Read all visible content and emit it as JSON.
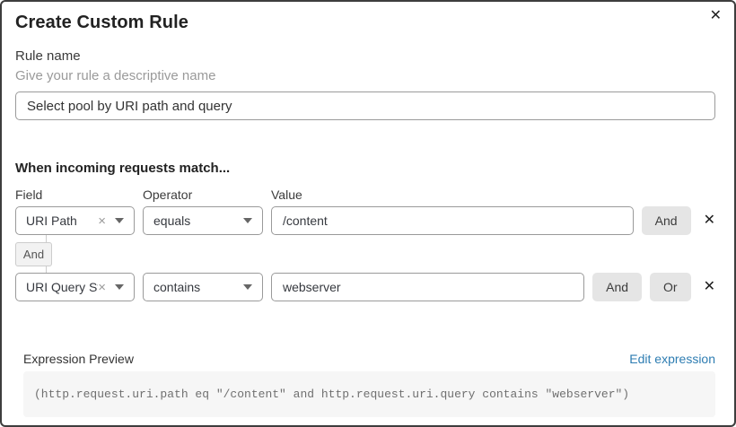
{
  "dialog": {
    "title": "Create Custom Rule"
  },
  "icons": {
    "close": "✕",
    "remove": "✕",
    "clear": "×"
  },
  "rule_name": {
    "label": "Rule name",
    "hint": "Give your rule a descriptive name",
    "value": "Select pool by URI path and query"
  },
  "matcher": {
    "heading": "When incoming requests match...",
    "columns": {
      "field": "Field",
      "operator": "Operator",
      "value": "Value"
    },
    "connector": "And",
    "rows": [
      {
        "field": "URI Path",
        "operator": "equals",
        "value": "/content",
        "and_label": "And"
      },
      {
        "field": "URI Query St...",
        "operator": "contains",
        "value": "webserver",
        "and_label": "And",
        "or_label": "Or"
      }
    ]
  },
  "expression": {
    "label": "Expression Preview",
    "edit_link": "Edit expression",
    "code": "(http.request.uri.path eq \"/content\" and http.request.uri.query contains \"webserver\")"
  },
  "colors": {
    "link": "#2e7db2",
    "button_bg": "#e5e5e5",
    "input_border": "#9a9a9a",
    "code_bg": "#f6f6f6",
    "code_text": "#707070",
    "connector_bg": "#f2f2f2"
  }
}
